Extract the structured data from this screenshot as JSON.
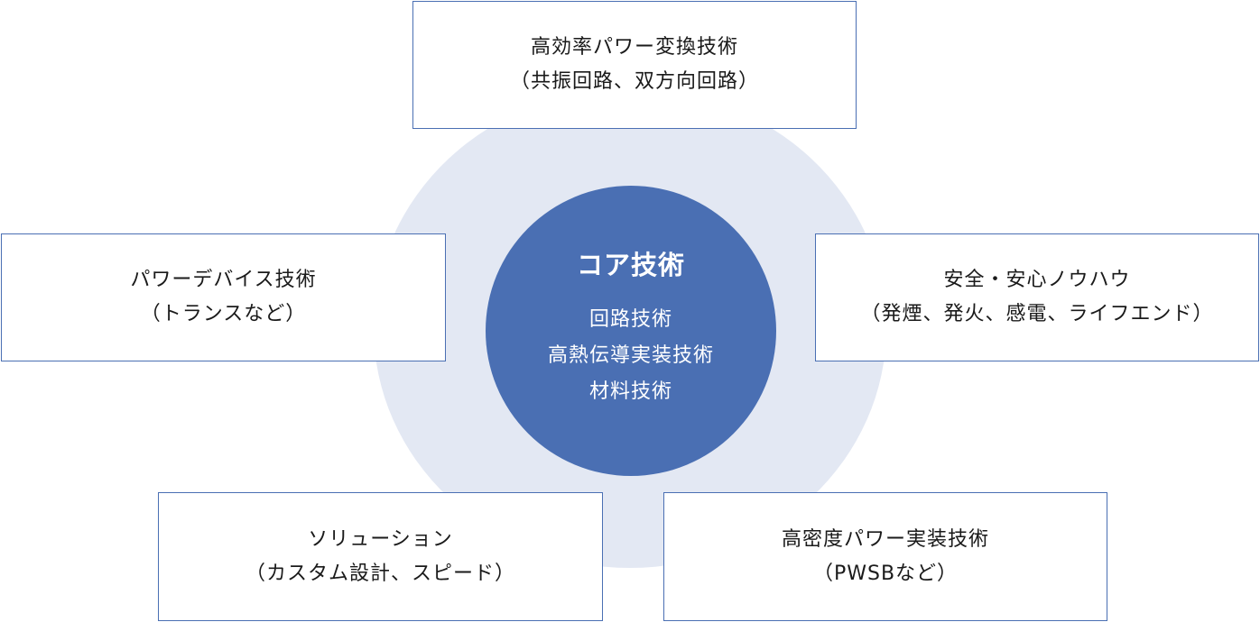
{
  "core": {
    "title": "コア技術",
    "items": [
      "回路技術",
      "高熱伝導実装技術",
      "材料技術"
    ]
  },
  "boxes": {
    "top": {
      "line1": "高効率パワー変換技術",
      "line2": "（共振回路、双方向回路）"
    },
    "left": {
      "line1": "パワーデバイス技術",
      "line2": "（トランスなど）"
    },
    "right": {
      "line1": "安全・安心ノウハウ",
      "line2": "（発煙、発火、感電、ライフエンド）"
    },
    "bottom_left": {
      "line1": "ソリューション",
      "line2": "（カスタム設計、スピード）"
    },
    "bottom_right": {
      "line1": "高密度パワー実装技術",
      "line2": "（PWSBなど）"
    }
  },
  "colors": {
    "accent": "#4a6fb3",
    "ring": "#e3e8f3",
    "border": "#4a6fb3"
  }
}
